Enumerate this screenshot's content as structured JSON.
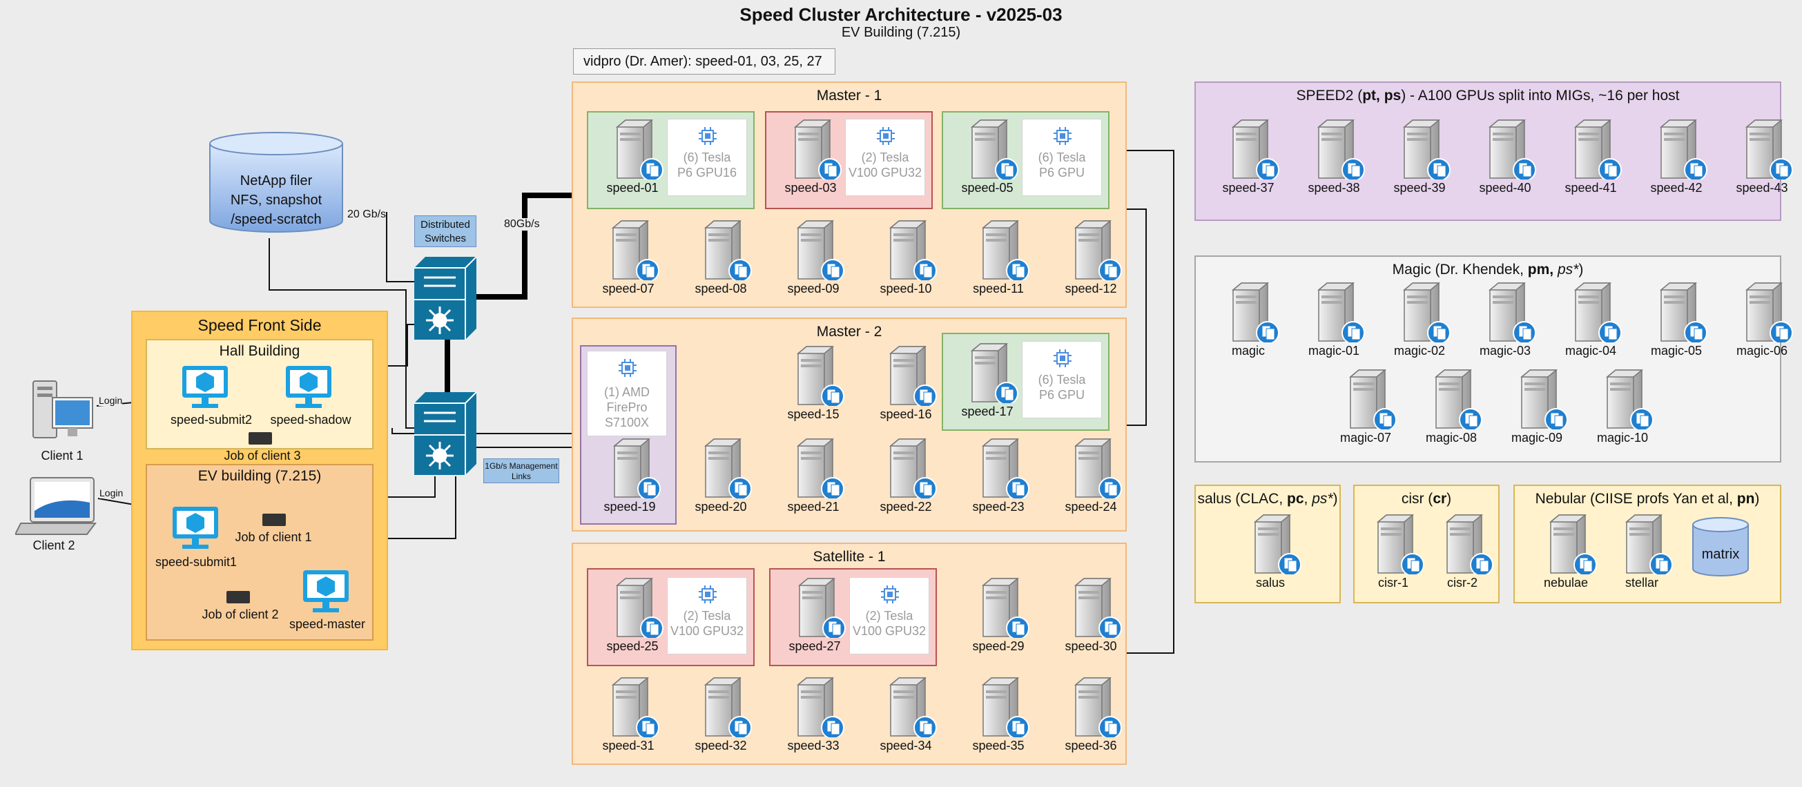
{
  "title": "Speed Cluster Architecture - v2025-03",
  "subtitle": "EV Building (7.215)",
  "vidpro": "vidpro (Dr. Amer): speed-01, 03, 25, 27",
  "netapp": {
    "line1": "NetApp filer",
    "line2": "NFS, snapshot",
    "line3": "/speed-scratch"
  },
  "links": {
    "netapp_speed": "20 Gb/s",
    "core_speed": "80Gb/s",
    "mgmt": "1Gb/s Management Links"
  },
  "distributed_switches": "Distributed Switches",
  "front": {
    "title": "Speed Front Side",
    "hall": "Hall Building",
    "ev": "EV building (7.215)",
    "nodes": {
      "submit2": "speed-submit2",
      "shadow": "speed-shadow",
      "submit1": "speed-submit1",
      "master": "speed-master"
    },
    "jobs": {
      "client3": "Job of client 3",
      "client1": "Job of client 1",
      "client2": "Job of client 2"
    },
    "login": "Login"
  },
  "clients": {
    "c1": "Client 1",
    "c2": "Client 2"
  },
  "master1": {
    "title": "Master - 1",
    "gpus": [
      {
        "node": "speed-01",
        "line1": "(6) Tesla",
        "line2": "P6 GPU16"
      },
      {
        "node": "speed-03",
        "line1": "(2) Tesla",
        "line2": "V100 GPU32"
      },
      {
        "node": "speed-05",
        "line1": "(6) Tesla",
        "line2": "P6 GPU"
      }
    ],
    "row": [
      "speed-07",
      "speed-08",
      "speed-09",
      "speed-10",
      "speed-11",
      "speed-12"
    ]
  },
  "master2": {
    "title": "Master - 2",
    "amd": {
      "line1": "(1) AMD",
      "line2": "FirePro",
      "line3": "S7100X",
      "node": "speed-19"
    },
    "top": [
      "speed-15",
      "speed-16"
    ],
    "gpu": {
      "node": "speed-17",
      "line1": "(6) Tesla",
      "line2": "P6 GPU"
    },
    "row": [
      "speed-20",
      "speed-21",
      "speed-22",
      "speed-23",
      "speed-24"
    ]
  },
  "satellite": {
    "title": "Satellite - 1",
    "gpus": [
      {
        "node": "speed-25",
        "line1": "(2) Tesla",
        "line2": "V100 GPU32"
      },
      {
        "node": "speed-27",
        "line1": "(2) Tesla",
        "line2": "V100 GPU32"
      }
    ],
    "top": [
      "speed-29",
      "speed-30"
    ],
    "row": [
      "speed-31",
      "speed-32",
      "speed-33",
      "speed-34",
      "speed-35",
      "speed-36"
    ]
  },
  "speed2": {
    "title_a": "SPEED2 (",
    "title_b": "pt, ps",
    "title_c": ") - A100 GPUs split into MIGs, ~16 per host",
    "nodes": [
      "speed-37",
      "speed-38",
      "speed-39",
      "speed-40",
      "speed-41",
      "speed-42",
      "speed-43"
    ]
  },
  "magic": {
    "title_a": "Magic (Dr. Khendek, ",
    "title_b": "pm,",
    "title_c": "ps*",
    "title_d": ")",
    "row1": [
      "magic",
      "magic-01",
      "magic-02",
      "magic-03",
      "magic-04",
      "magic-05",
      "magic-06"
    ],
    "row2": [
      "magic-07",
      "magic-08",
      "magic-09",
      "magic-10"
    ]
  },
  "salus": {
    "title_a": "salus (CLAC, ",
    "title_b": "pc",
    "title_c": ", ",
    "title_d": "ps*",
    "title_e": ")",
    "nodes": [
      "salus"
    ]
  },
  "cisr": {
    "title_a": "cisr (",
    "title_b": "cr",
    "title_c": ")",
    "nodes": [
      "cisr-1",
      "cisr-2"
    ]
  },
  "nebular": {
    "title_a": "Nebular (CIISE profs Yan et al, ",
    "title_b": "pn",
    "title_c": ")",
    "nodes": [
      "nebulae",
      "stellar"
    ],
    "db": "matrix"
  },
  "colors": {
    "peach": "#fde5c6",
    "lavender": "#e6d4ec",
    "green": "#d5e8d4",
    "red": "#f8cecc",
    "switch": "#10739e",
    "front": "#ffcc66"
  }
}
